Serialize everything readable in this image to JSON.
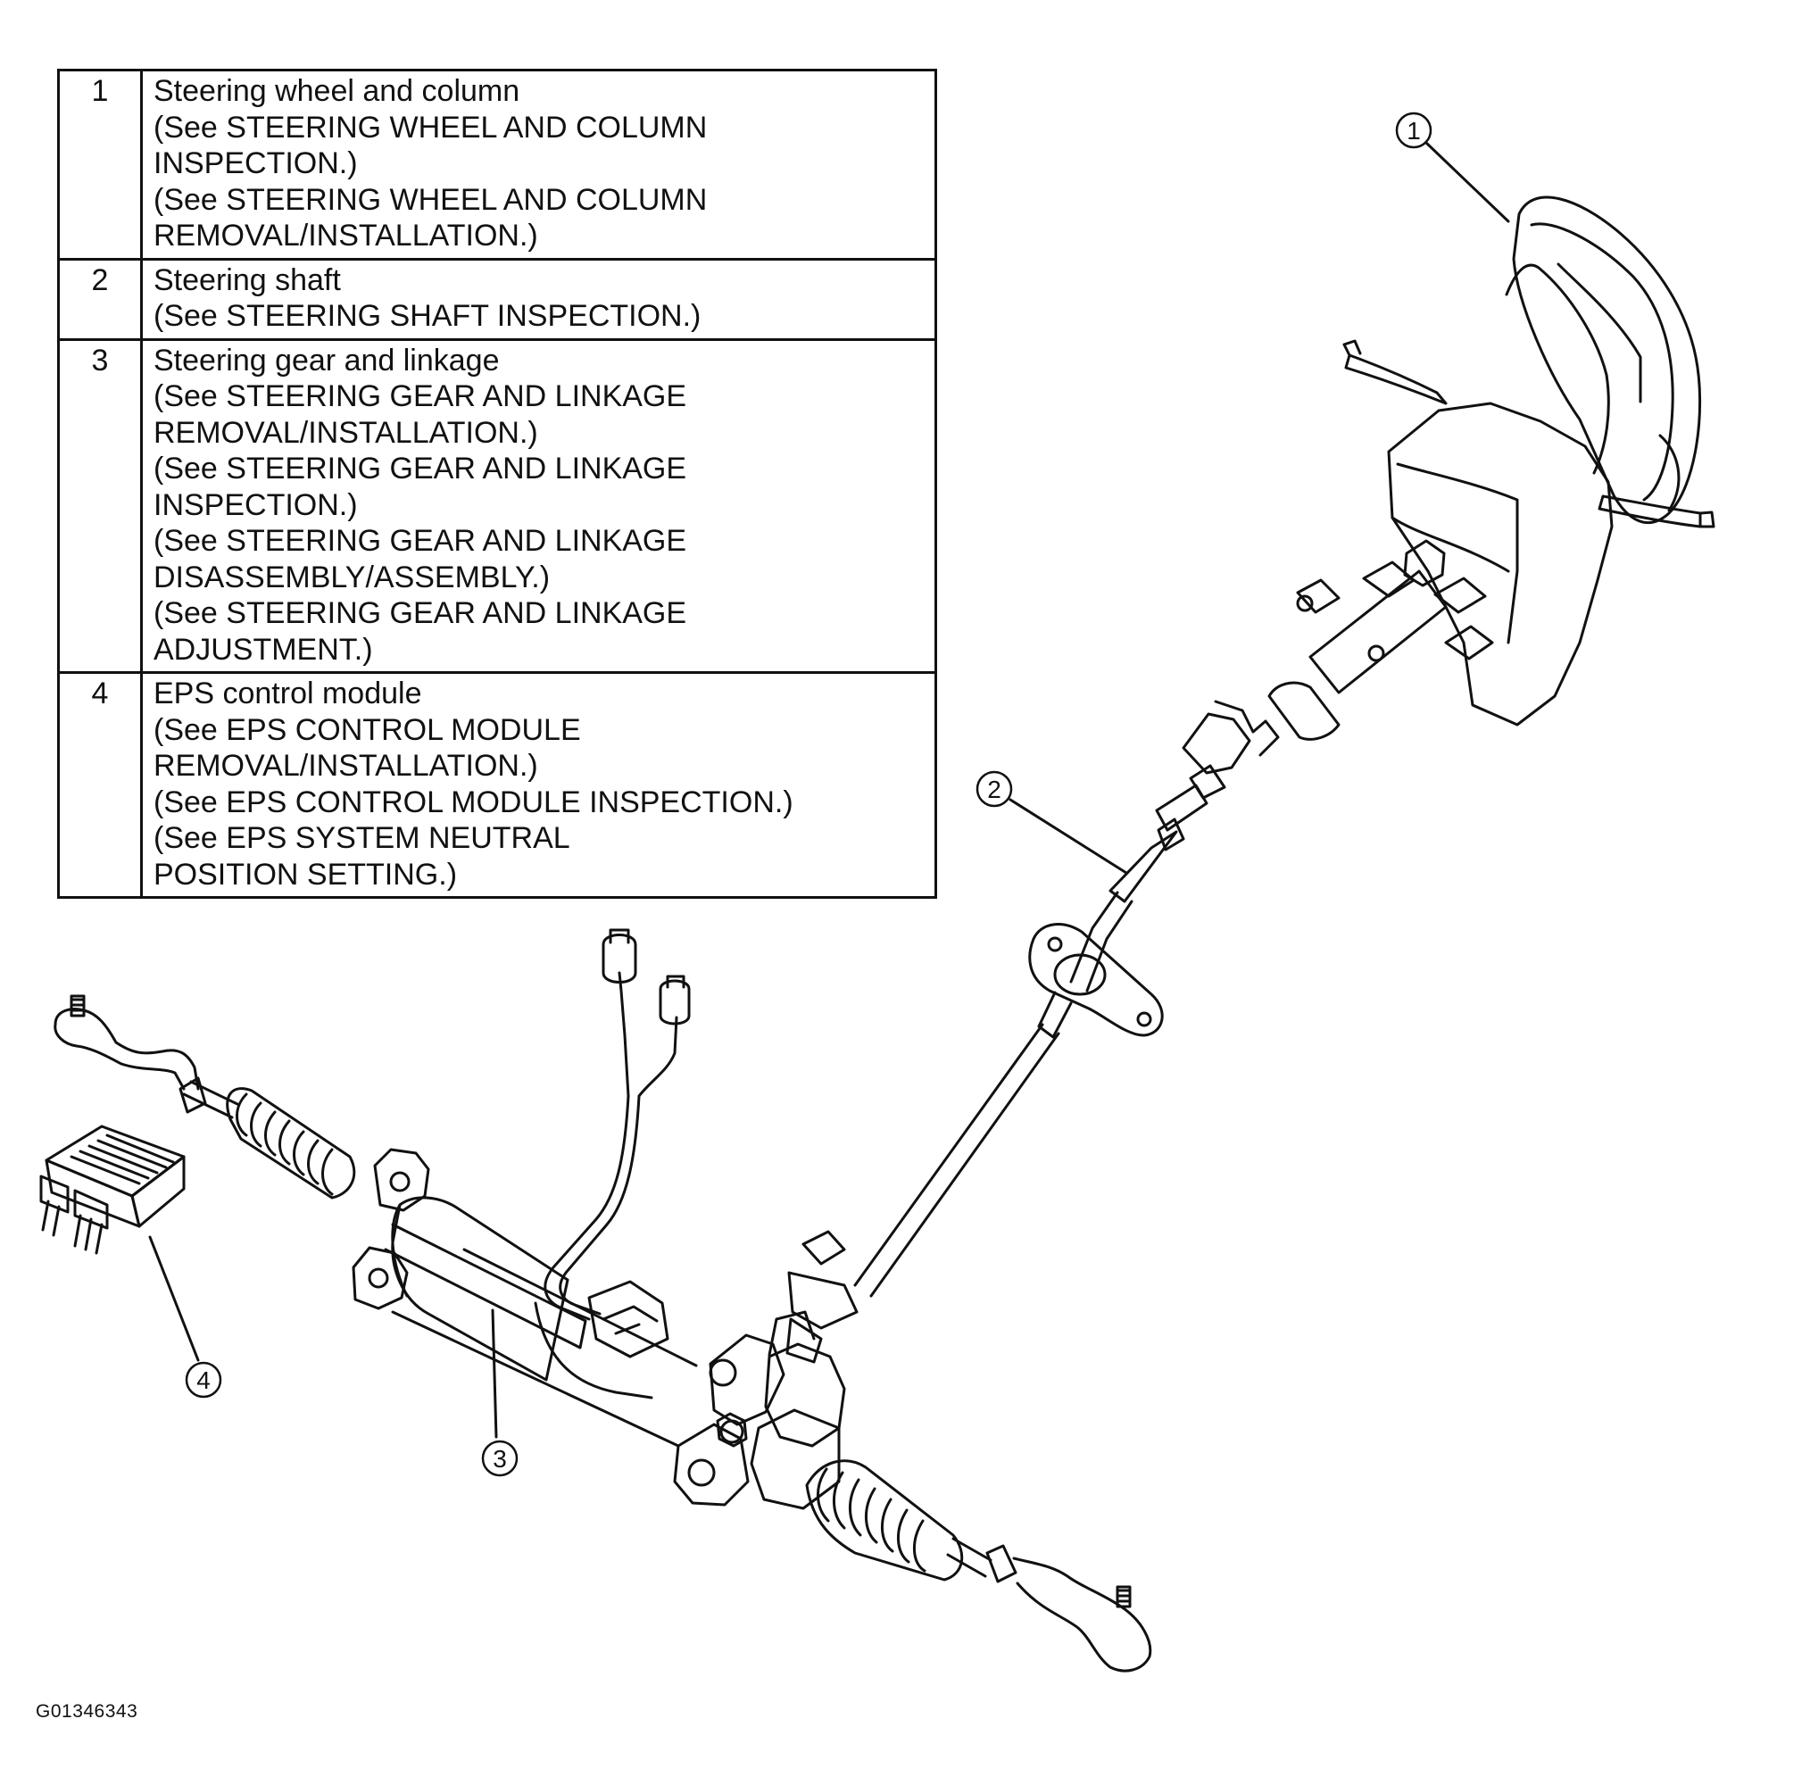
{
  "parts": [
    {
      "number": "1",
      "lines": [
        "Steering wheel and column",
        "(See STEERING WHEEL AND COLUMN",
        "INSPECTION.)",
        "(See STEERING WHEEL AND COLUMN",
        "REMOVAL/INSTALLATION.)"
      ]
    },
    {
      "number": "2",
      "lines": [
        "Steering shaft",
        "(See STEERING SHAFT INSPECTION.)"
      ]
    },
    {
      "number": "3",
      "lines": [
        "Steering gear and linkage",
        "(See STEERING GEAR AND LINKAGE",
        "REMOVAL/INSTALLATION.)",
        "(See STEERING GEAR AND LINKAGE",
        "INSPECTION.)",
        "(See STEERING GEAR AND LINKAGE",
        "DISASSEMBLY/ASSEMBLY.)",
        "(See STEERING GEAR AND LINKAGE",
        "ADJUSTMENT.)"
      ]
    },
    {
      "number": "4",
      "lines": [
        "EPS control module",
        "(See EPS CONTROL MODULE",
        "REMOVAL/INSTALLATION.)",
        "(See EPS CONTROL MODULE INSPECTION.)",
        "(See EPS SYSTEM NEUTRAL",
        "POSITION SETTING.)"
      ]
    }
  ],
  "callouts": [
    "1",
    "2",
    "3",
    "4"
  ],
  "figure_code": "G01346343",
  "line_color": "#111111"
}
